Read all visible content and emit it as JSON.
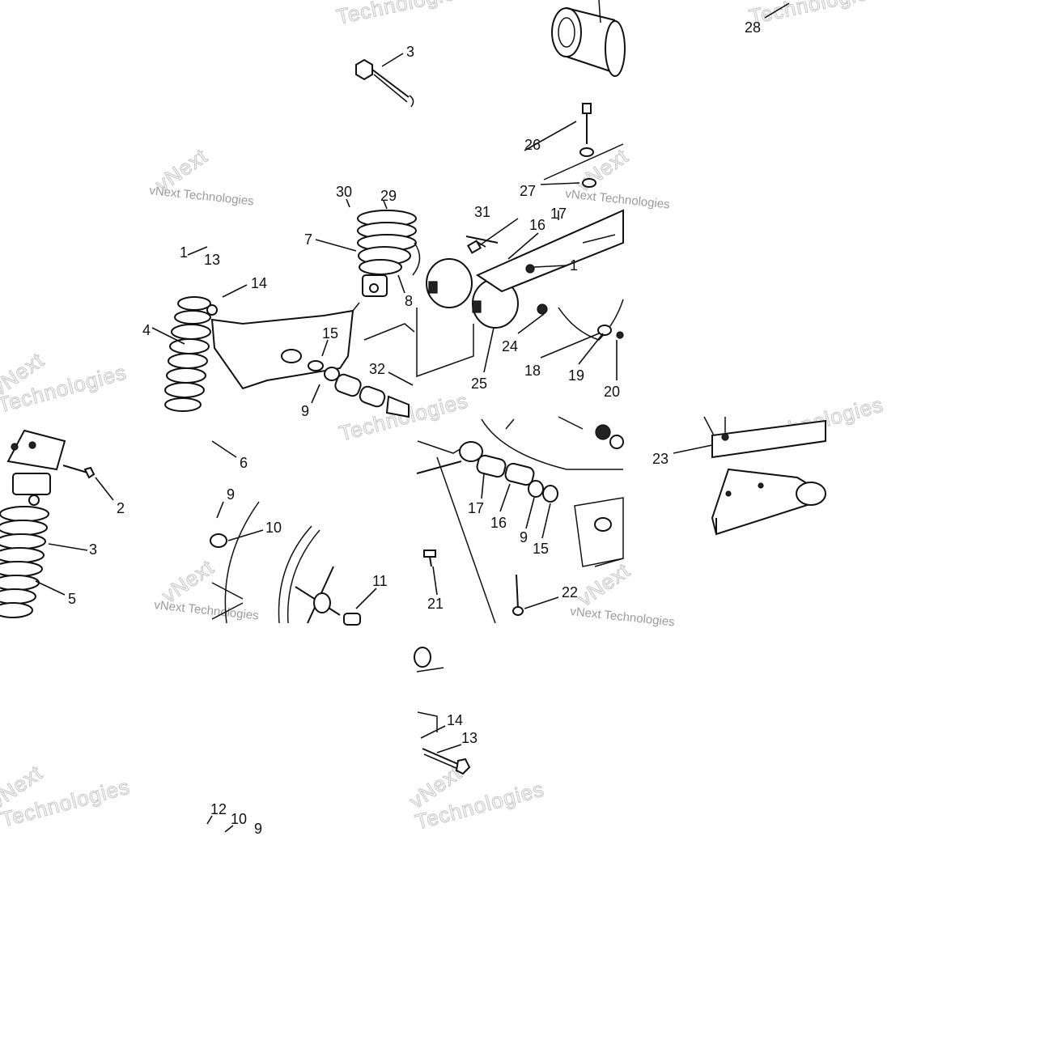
{
  "diagram": {
    "callouts": [
      {
        "id": "c3-top",
        "label": "3"
      },
      {
        "id": "c28",
        "label": "28"
      },
      {
        "id": "c26",
        "label": "26"
      },
      {
        "id": "c27",
        "label": "27"
      },
      {
        "id": "c30",
        "label": "30"
      },
      {
        "id": "c29",
        "label": "29"
      },
      {
        "id": "c7",
        "label": "7"
      },
      {
        "id": "c31",
        "label": "31"
      },
      {
        "id": "c16-top",
        "label": "16"
      },
      {
        "id": "c17-top",
        "label": "17"
      },
      {
        "id": "c1-right",
        "label": "1"
      },
      {
        "id": "c1-left",
        "label": "1"
      },
      {
        "id": "c13-left",
        "label": "13"
      },
      {
        "id": "c14-left",
        "label": "14"
      },
      {
        "id": "c8",
        "label": "8"
      },
      {
        "id": "c4",
        "label": "4"
      },
      {
        "id": "c15-mid",
        "label": "15"
      },
      {
        "id": "c24",
        "label": "24"
      },
      {
        "id": "c18",
        "label": "18"
      },
      {
        "id": "c19",
        "label": "19"
      },
      {
        "id": "c32",
        "label": "32"
      },
      {
        "id": "c9-mid",
        "label": "9"
      },
      {
        "id": "c25",
        "label": "25"
      },
      {
        "id": "c20",
        "label": "20"
      },
      {
        "id": "c6",
        "label": "6"
      },
      {
        "id": "c23",
        "label": "23"
      },
      {
        "id": "c2",
        "label": "2"
      },
      {
        "id": "c9-low",
        "label": "9"
      },
      {
        "id": "c10-low",
        "label": "10"
      },
      {
        "id": "c17-low",
        "label": "17"
      },
      {
        "id": "c16-low",
        "label": "16"
      },
      {
        "id": "c9-right",
        "label": "9"
      },
      {
        "id": "c15-right",
        "label": "15"
      },
      {
        "id": "c3-left",
        "label": "3"
      },
      {
        "id": "c5",
        "label": "5"
      },
      {
        "id": "c11",
        "label": "11"
      },
      {
        "id": "c21",
        "label": "21"
      },
      {
        "id": "c22",
        "label": "22"
      },
      {
        "id": "c14-low",
        "label": "14"
      },
      {
        "id": "c13-low",
        "label": "13"
      },
      {
        "id": "c12",
        "label": "12"
      },
      {
        "id": "c10-bottom",
        "label": "10"
      },
      {
        "id": "c9-bottom",
        "label": "9"
      }
    ],
    "watermark_labels": [
      "Technologies",
      "vNext Technologies",
      "vNext",
      "Technologies",
      "vNext Technologies",
      "vNext",
      "Technologies",
      "vNext Technologies",
      "vNext",
      "Technologies",
      "vNext Technologies",
      "vNext",
      "Technologies"
    ]
  }
}
